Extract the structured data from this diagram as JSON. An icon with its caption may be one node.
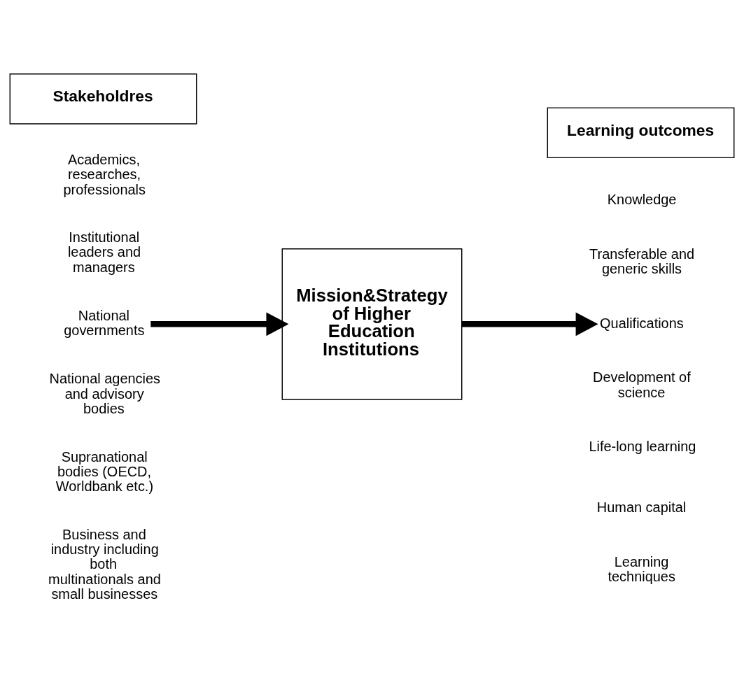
{
  "diagram": {
    "nodes": [
      {
        "text": [
          "Stakeholdres"
        ]
      },
      {
        "text": [
          "National governments"
        ]
      },
      {
        "text": [
          "Mission&Strategy of Higher Education Institutions"
        ]
      },
      {
        "text": [
          "Learning outcomes"
        ]
      },
      {
        "text": [
          "Qualifications"
        ]
      }
    ],
    "edges": [
      {
        "from": 1,
        "to": 2,
        "arrow": "to"
      },
      {
        "from": 2,
        "to": 4,
        "arrow": "to"
      }
    ],
    "labels": [
      "Academics, researches, professionals",
      "Institutional leaders and managers",
      "National agencies and advisory bodies",
      "Supranational bodies (OECD, Worldbank etc.)",
      "Business and industry including both multinationals and small businesses",
      "Knowledge",
      "Transferable and generic skills",
      "Development of science",
      "Life-long learning",
      "Human capital",
      "Learning techniques"
    ]
  }
}
